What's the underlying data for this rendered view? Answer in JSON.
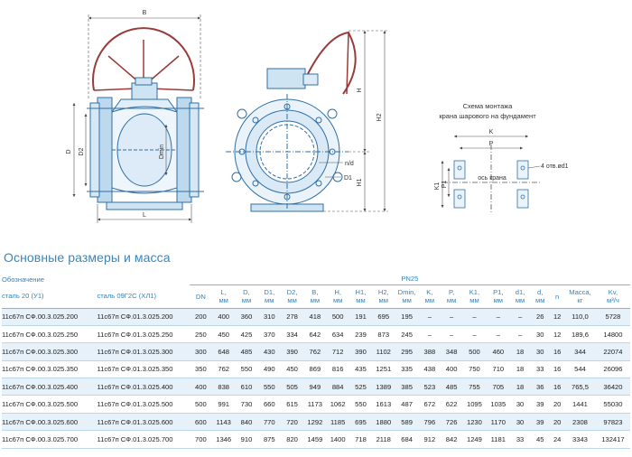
{
  "drawing": {
    "dims": {
      "b": "B",
      "d": "D",
      "d2": "D2",
      "dmin": "Dmin",
      "l": "L",
      "h": "H",
      "h2": "H2",
      "h1": "H1",
      "nd": "n/d",
      "d1": "D1",
      "k": "K",
      "p": "P",
      "k1": "K1",
      "p1": "P1",
      "axis": "ось крана",
      "holes": "4 отв.ød1"
    },
    "mount_caption": [
      "Схема монтажа",
      "крана шарового на фундамент"
    ]
  },
  "section_title": "Основные размеры и масса",
  "table": {
    "designation": "Обозначение",
    "pressure": "PN25",
    "col_steel20": "сталь 20 (У1)",
    "col_steel09": "сталь 09Г2С (ХЛ1)",
    "headers": [
      {
        "name": "DN",
        "unit": ""
      },
      {
        "name": "L,",
        "unit": "мм"
      },
      {
        "name": "D,",
        "unit": "мм"
      },
      {
        "name": "D1,",
        "unit": "мм"
      },
      {
        "name": "D2,",
        "unit": "мм"
      },
      {
        "name": "B,",
        "unit": "мм"
      },
      {
        "name": "H,",
        "unit": "мм"
      },
      {
        "name": "H1,",
        "unit": "мм"
      },
      {
        "name": "H2,",
        "unit": "мм"
      },
      {
        "name": "Dmin,",
        "unit": "мм"
      },
      {
        "name": "K,",
        "unit": "мм"
      },
      {
        "name": "P,",
        "unit": "мм"
      },
      {
        "name": "K1,",
        "unit": "мм"
      },
      {
        "name": "P1,",
        "unit": "мм"
      },
      {
        "name": "d1,",
        "unit": "мм"
      },
      {
        "name": "d,",
        "unit": "мм"
      },
      {
        "name": "n",
        "unit": ""
      },
      {
        "name": "Масса,",
        "unit": "кг"
      },
      {
        "name": "Kv,",
        "unit": "м³/ч"
      }
    ],
    "rows": [
      {
        "s20": "11с67п СФ.00.3.025.200",
        "s09": "11с67п СФ.01.3.025.200",
        "v": [
          "200",
          "400",
          "360",
          "310",
          "278",
          "418",
          "500",
          "191",
          "695",
          "195",
          "–",
          "–",
          "–",
          "–",
          "–",
          "26",
          "12",
          "110,0",
          "5728"
        ]
      },
      {
        "s20": "11с67п СФ.00.3.025.250",
        "s09": "11с67п СФ.01.3.025.250",
        "v": [
          "250",
          "450",
          "425",
          "370",
          "334",
          "642",
          "634",
          "239",
          "873",
          "245",
          "–",
          "–",
          "–",
          "–",
          "–",
          "30",
          "12",
          "189,6",
          "14800"
        ]
      },
      {
        "s20": "11с67п СФ.00.3.025.300",
        "s09": "11с67п СФ.01.3.025.300",
        "v": [
          "300",
          "648",
          "485",
          "430",
          "390",
          "762",
          "712",
          "390",
          "1102",
          "295",
          "388",
          "348",
          "500",
          "460",
          "18",
          "30",
          "16",
          "344",
          "22074"
        ]
      },
      {
        "s20": "11с67п СФ.00.3.025.350",
        "s09": "11с67п СФ.01.3.025.350",
        "v": [
          "350",
          "762",
          "550",
          "490",
          "450",
          "869",
          "816",
          "435",
          "1251",
          "335",
          "438",
          "400",
          "750",
          "710",
          "18",
          "33",
          "16",
          "544",
          "26096"
        ]
      },
      {
        "s20": "11с67п СФ.00.3.025.400",
        "s09": "11с67п СФ.01.3.025.400",
        "v": [
          "400",
          "838",
          "610",
          "550",
          "505",
          "949",
          "884",
          "525",
          "1389",
          "385",
          "523",
          "485",
          "755",
          "705",
          "18",
          "36",
          "16",
          "765,5",
          "36420"
        ]
      },
      {
        "s20": "11с67п СФ.00.3.025.500",
        "s09": "11с67п СФ.01.3.025.500",
        "v": [
          "500",
          "991",
          "730",
          "660",
          "615",
          "1173",
          "1062",
          "550",
          "1613",
          "487",
          "672",
          "622",
          "1095",
          "1035",
          "30",
          "39",
          "20",
          "1441",
          "55030"
        ]
      },
      {
        "s20": "11с67п СФ.00.3.025.600",
        "s09": "11с67п СФ.01.3.025.600",
        "v": [
          "600",
          "1143",
          "840",
          "770",
          "720",
          "1292",
          "1185",
          "695",
          "1880",
          "589",
          "796",
          "726",
          "1230",
          "1170",
          "30",
          "39",
          "20",
          "2308",
          "97823"
        ]
      },
      {
        "s20": "11с67п СФ.00.3.025.700",
        "s09": "11с67п СФ.01.3.025.700",
        "v": [
          "700",
          "1346",
          "910",
          "875",
          "820",
          "1459",
          "1400",
          "718",
          "2118",
          "684",
          "912",
          "842",
          "1249",
          "1181",
          "33",
          "45",
          "24",
          "3343",
          "132417"
        ]
      }
    ]
  }
}
